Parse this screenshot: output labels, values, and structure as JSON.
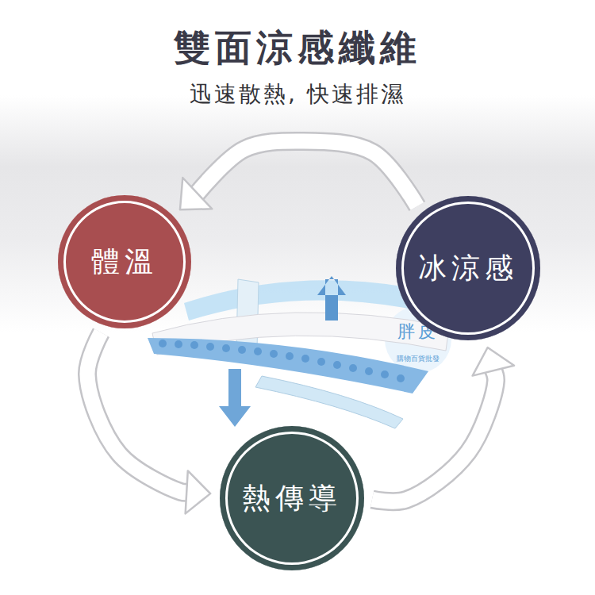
{
  "diagram": {
    "title": "雙面涼感纖維",
    "nodes": [
      {
        "text": [
          "體溫"
        ]
      },
      {
        "text": [
          "冰涼感"
        ]
      },
      {
        "text": [
          "熱傳導"
        ]
      }
    ],
    "edges": [
      {
        "from": 1,
        "to": 0,
        "arrow": "to"
      },
      {
        "from": 0,
        "to": 2,
        "arrow": "to"
      },
      {
        "from": 2,
        "to": 1,
        "arrow": "to"
      }
    ],
    "labels": [
      "迅速散熱, 快速排濕",
      "胖皮",
      "購物百貨批發"
    ]
  }
}
